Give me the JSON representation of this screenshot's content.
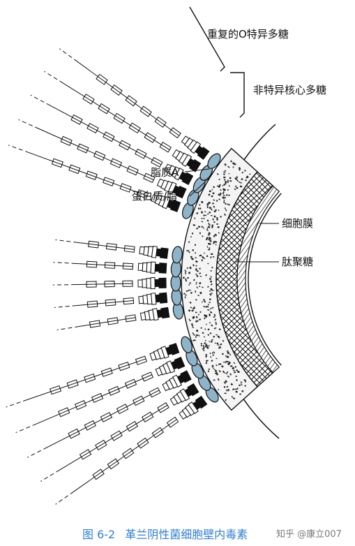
{
  "labels": {
    "o_antigen": "重复的O特异多糖",
    "core_polysaccharide": "非特异核心多糖",
    "lipid_a": "脂质A",
    "lipoprotein": "蛋白质/脂",
    "cell_membrane": "细胞膜",
    "peptidoglycan": "肽聚糖"
  },
  "caption": {
    "figure_number": "图 6-2",
    "title": "革兰阴性菌细胞壁内毒素"
  },
  "watermark": "知乎 @康立007",
  "colors": {
    "ink": "#111111",
    "caption_blue": "#2f7fd0",
    "lipid_fill": "#8fb3c9",
    "wall_fill": "#f2f2f2"
  }
}
